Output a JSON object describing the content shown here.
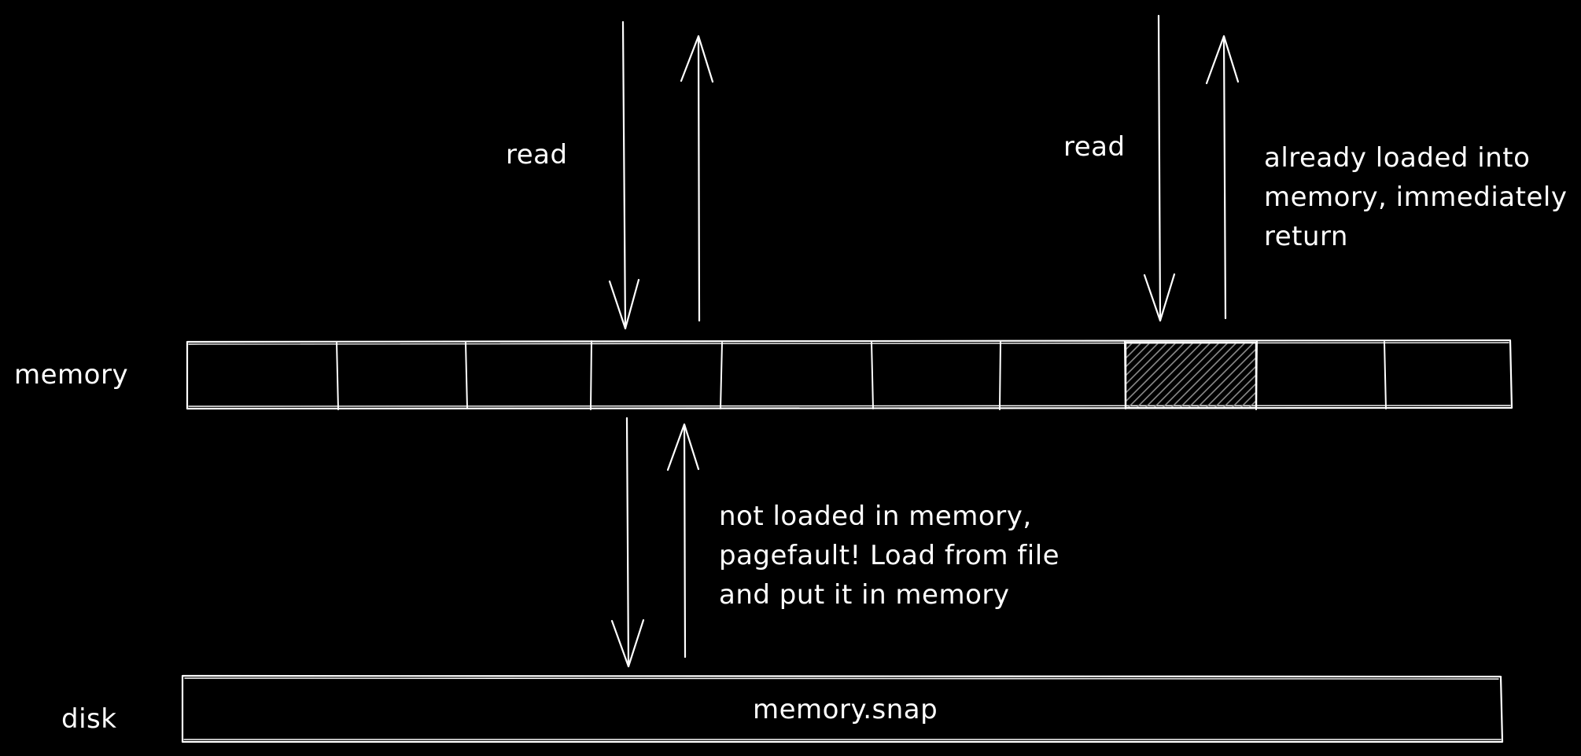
{
  "labels": {
    "memory": "memory",
    "disk": "disk",
    "read_left": "read",
    "read_right": "read",
    "file_name": "memory.snap"
  },
  "notes": {
    "already_loaded": [
      "already loaded into",
      "memory, immediately",
      "return"
    ],
    "not_loaded": [
      "not loaded in memory,",
      "pagefault! Load from file",
      "and put it in memory"
    ]
  },
  "memory_cells": {
    "count": 10,
    "loaded_index": 7
  },
  "colors": {
    "background": "#000000",
    "ink": "#ffffff",
    "hatch": "#8a8a8a"
  }
}
